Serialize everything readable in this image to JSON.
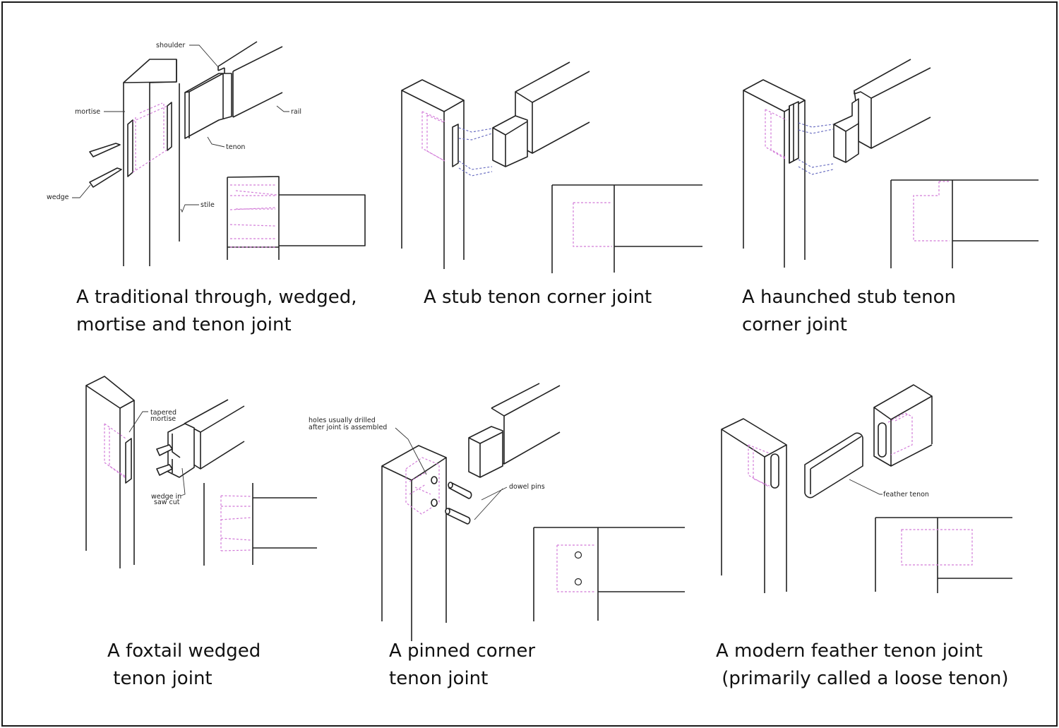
{
  "panels": [
    {
      "caption_lines": [
        "A traditional through, wedged,",
        "mortise and tenon joint"
      ],
      "labels": {
        "shoulder": "shoulder",
        "mortise": "mortise",
        "rail": "rail",
        "tenon": "tenon",
        "wedge": "wedge",
        "stile": "stile"
      }
    },
    {
      "caption_lines": [
        "A stub tenon corner joint"
      ]
    },
    {
      "caption_lines": [
        "A haunched stub tenon",
        "corner joint"
      ]
    },
    {
      "caption_lines": [
        "A foxtail wedged",
        " tenon joint"
      ],
      "labels": {
        "tapered_1": "tapered",
        "tapered_2": "mortise",
        "wedge_1": "wedge in",
        "wedge_2": "saw cut"
      }
    },
    {
      "caption_lines": [
        "A pinned corner",
        "tenon joint"
      ],
      "labels": {
        "holes_1": "holes usually drilled",
        "holes_2": "after joint is assembled",
        "dowel": "dowel pins"
      }
    },
    {
      "caption_lines": [
        "A modern feather tenon joint",
        " (primarily called a loose tenon)"
      ],
      "labels": {
        "feather": "feather tenon"
      }
    }
  ],
  "colors": {
    "outline": "#222222",
    "hidden_pink": "#d27bd8",
    "hidden_blue": "#6b6fc2",
    "frame": "#1a1a1a"
  }
}
